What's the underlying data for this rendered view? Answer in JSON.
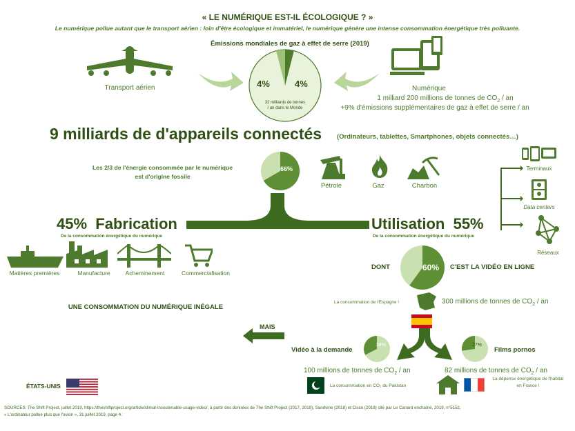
{
  "header": {
    "title": "« LE NUMÉRIQUE EST-IL ÉCOLOGIQUE ? »",
    "subtitle": "Le numérique pollue autant que le transport aérien : loin d'être écologique et immatériel, le numérique génère une intense consommation énergétique très polluante."
  },
  "emissions": {
    "title": "Émissions mondiales de gaz à effet de serre (2019)",
    "left_pct": "4%",
    "right_pct": "4%",
    "center_note_1": "32 milliards de tonnes",
    "center_note_2": "/ an dans le Monde",
    "left_label": "Transport aérien",
    "right_label": "Numérique",
    "right_stat_1_a": "1 milliard 200 millions de tonnes de CO",
    "right_stat_1_sub": "2",
    "right_stat_1_b": " / an",
    "right_stat_2": "+9% d'émissions supplémentaires de gaz à effet de serre / an"
  },
  "devices": {
    "headline": "9 milliards de d'appareils connectés",
    "headline_note": "(Ordinateurs, tablettes, Smartphones, objets connectés…)",
    "fossil_text_1": "Les 2/3 de l'énergie consommée par le numérique",
    "fossil_text_2": "est d'origine fossile",
    "fossil_pct": "66%",
    "fuels": [
      "Pétrole",
      "Gaz",
      "Charbon"
    ]
  },
  "split": {
    "fab_pct": "45%",
    "fab_label": "Fabrication",
    "fab_note": "De la consommation énergétique du numérique",
    "use_label": "Utilisation",
    "use_pct": "55%",
    "use_note": "De la consommation énergétique du numérique",
    "fab_steps": [
      "Matières premières",
      "Manufacture",
      "Acheminement",
      "Commercialisation"
    ],
    "use_targets": [
      "Terminaux",
      "Data centers",
      "Réseaux"
    ]
  },
  "video": {
    "dont": "DONT",
    "pct": "60%",
    "label": "C'EST LA VIDÉO EN LIGNE",
    "spain_note": "La consommation de l'Espagne !",
    "spain_stat_a": "300 millions de tonnes de CO",
    "spain_stat_sub": "2",
    "spain_stat_b": " / an",
    "vod_label": "Vidéo à la demande",
    "vod_pct": "34%",
    "vod_stat_a": "100 millions de tonnes de CO",
    "vod_stat_sub": "2",
    "vod_stat_b": " / an",
    "porn_label": "Films pornos",
    "porn_pct": "27%",
    "porn_stat_a": "82 millions de tonnes de CO",
    "porn_stat_sub": "2",
    "porn_stat_b": " / an",
    "pakistan_note": "La consommation en CO₂ du Pakistan",
    "france_note_1": "La dépense énergétique de l'habitat",
    "france_note_2": "en France !"
  },
  "inequality": {
    "title": "UNE CONSOMMATION DU NUMÉRIQUE INÉGALE",
    "mais": "MAIS",
    "usa": "ÉTATS-UNIS"
  },
  "sources": {
    "line1": "SOURCES: The Shift Project, juillet 2019, https://theshiftproject.org/article/climat-insoutenable-usage-video/, à partir des données de The Shift Project (2017, 2019), Sandvine (2018) et Cisco (2018) cité par Le Canard enchaîné, 2019, n°5152,",
    "line2": "« L'ordinateur pollue plus que l'avion », 31 juillet 2019, page 4."
  },
  "colors": {
    "dark_green": "#3d6b1f",
    "mid_green": "#5e8f35",
    "light_green": "#c9e0b0",
    "pale_green": "#e9f3dc"
  }
}
